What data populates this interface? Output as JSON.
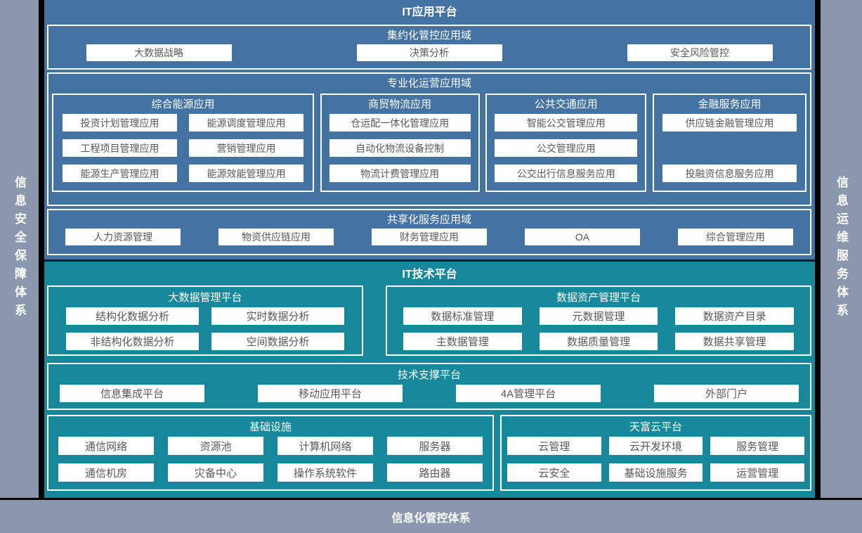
{
  "colors": {
    "page_background": "#8A97AC",
    "app_platform_blue": "#4372A3",
    "tech_platform_teal": "#15899B",
    "divider_black": "#000000",
    "cell_text_gray": "#595959",
    "title_white": "#FFFFFF"
  },
  "frame": {
    "left_sidebar": "信息安全保障体系",
    "right_sidebar": "信息运维服务体系",
    "bottom_bar": "信息化管控体系"
  },
  "app_platform": {
    "title": "IT应用平台",
    "centralized": {
      "title": "集约化管控应用域",
      "items": [
        "大数据战略",
        "决策分析",
        "安全风险管控"
      ]
    },
    "professional": {
      "title": "专业化运营应用域",
      "energy": {
        "title": "综合能源应用",
        "items": [
          "投资计划管理应用",
          "能源调度管理应用",
          "工程项目管理应用",
          "营销管理应用",
          "能源生产管理应用",
          "能源效能管理应用"
        ]
      },
      "logistics": {
        "title": "商贸物流应用",
        "items": [
          "仓运配一体化管理应用",
          "自动化物流设备控制",
          "物流计费管理应用"
        ]
      },
      "transit": {
        "title": "公共交通应用",
        "items": [
          "智能公交管理应用",
          "公交管理应用",
          "公交出行信息服务应用"
        ]
      },
      "finance": {
        "title": "金融服务应用",
        "items": [
          "供应链金融管理应用",
          "投融资信息服务应用"
        ]
      }
    },
    "shared": {
      "title": "共享化服务应用域",
      "items": [
        "人力资源管理",
        "物资供应链应用",
        "财务管理应用",
        "OA",
        "综合管理应用"
      ]
    }
  },
  "tech_platform": {
    "title": "IT技术平台",
    "bigdata": {
      "title": "大数据管理平台",
      "items": [
        "结构化数据分析",
        "实时数据分析",
        "非结构化数据分析",
        "空间数据分析"
      ]
    },
    "data_asset": {
      "title": "数据资产管理平台",
      "items": [
        "数据标准管理",
        "元数据管理",
        "数据资产目录",
        "主数据管理",
        "数据质量管理",
        "数据共享管理"
      ]
    },
    "support": {
      "title": "技术支撑平台",
      "items": [
        "信息集成平台",
        "移动应用平台",
        "4A管理平台",
        "外部门户"
      ]
    },
    "infra": {
      "title": "基础设施",
      "items": [
        "通信网络",
        "资源池",
        "计算机网络",
        "服务器",
        "通信机房",
        "灾备中心",
        "操作系统软件",
        "路由器"
      ]
    },
    "cloud": {
      "title": "天富云平台",
      "items": [
        "云管理",
        "云开发环境",
        "服务管理",
        "云安全",
        "基础设施服务",
        "运营管理"
      ]
    }
  }
}
